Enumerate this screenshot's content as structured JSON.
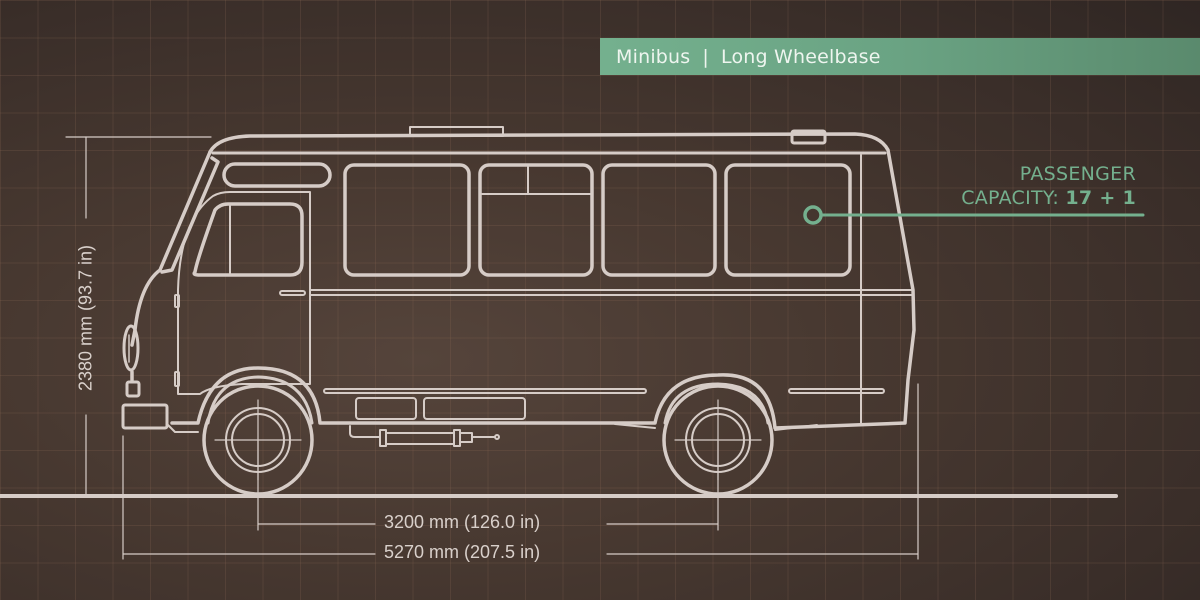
{
  "banner": {
    "vehicle_type": "Minibus",
    "separator": "|",
    "variant": "Long Wheelbase",
    "color": "#74b08e"
  },
  "callout": {
    "line1": "PASSENGER",
    "line2_label": "CAPACITY:",
    "line2_value": "17 + 1",
    "color": "#74b08e"
  },
  "dimensions": {
    "height": "2380 mm (93.7 in)",
    "wheelbase": "3200 mm (126.0 in)",
    "overall_length": "5270 mm (207.5 in)"
  },
  "colors": {
    "background": "#473830",
    "line": "#d6ccc7",
    "grid": "#8c6955",
    "accent": "#74b08e"
  },
  "icons": {
    "vehicle": "minibus-side-view-drawing",
    "callout_marker": "circle-marker-icon"
  }
}
